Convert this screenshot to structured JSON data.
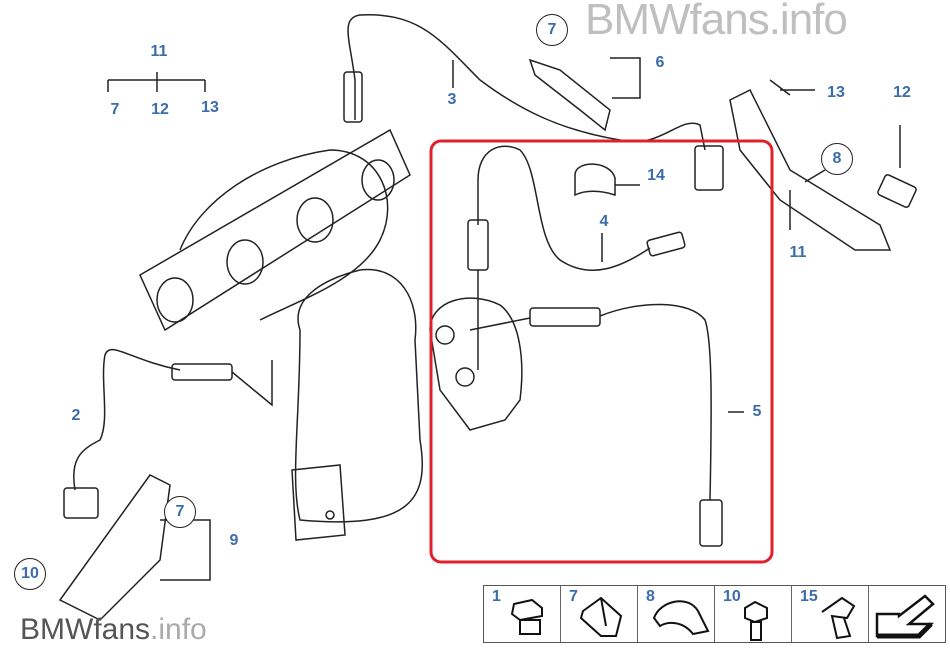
{
  "watermark_top": "BMWfans.info",
  "watermark_bottom": {
    "brand": "BMWfans",
    "suffix": ".info"
  },
  "legend_bracket": {
    "top": "11",
    "left": "7",
    "middle": "12",
    "right": "13"
  },
  "callouts": {
    "c3": "3",
    "c7_top": "7",
    "c6": "6",
    "c13": "13",
    "c12": "12",
    "c8": "8",
    "c14": "14",
    "c4": "4",
    "c11": "11",
    "c2": "2",
    "c5": "5",
    "c7_left": "7",
    "c9": "9",
    "c10": "10"
  },
  "parts_strip": [
    {
      "label": "1",
      "icon": "plug-screw-icon"
    },
    {
      "label": "7",
      "icon": "cable-clip-icon"
    },
    {
      "label": "8",
      "icon": "cable-holder-icon"
    },
    {
      "label": "10",
      "icon": "hex-bolt-icon"
    },
    {
      "label": "15",
      "icon": "spring-clip-icon"
    },
    {
      "label": "",
      "icon": "arrow-back-icon"
    }
  ],
  "colors": {
    "label": "#3b6cab",
    "highlight": "#e0202a",
    "line": "#222222"
  }
}
